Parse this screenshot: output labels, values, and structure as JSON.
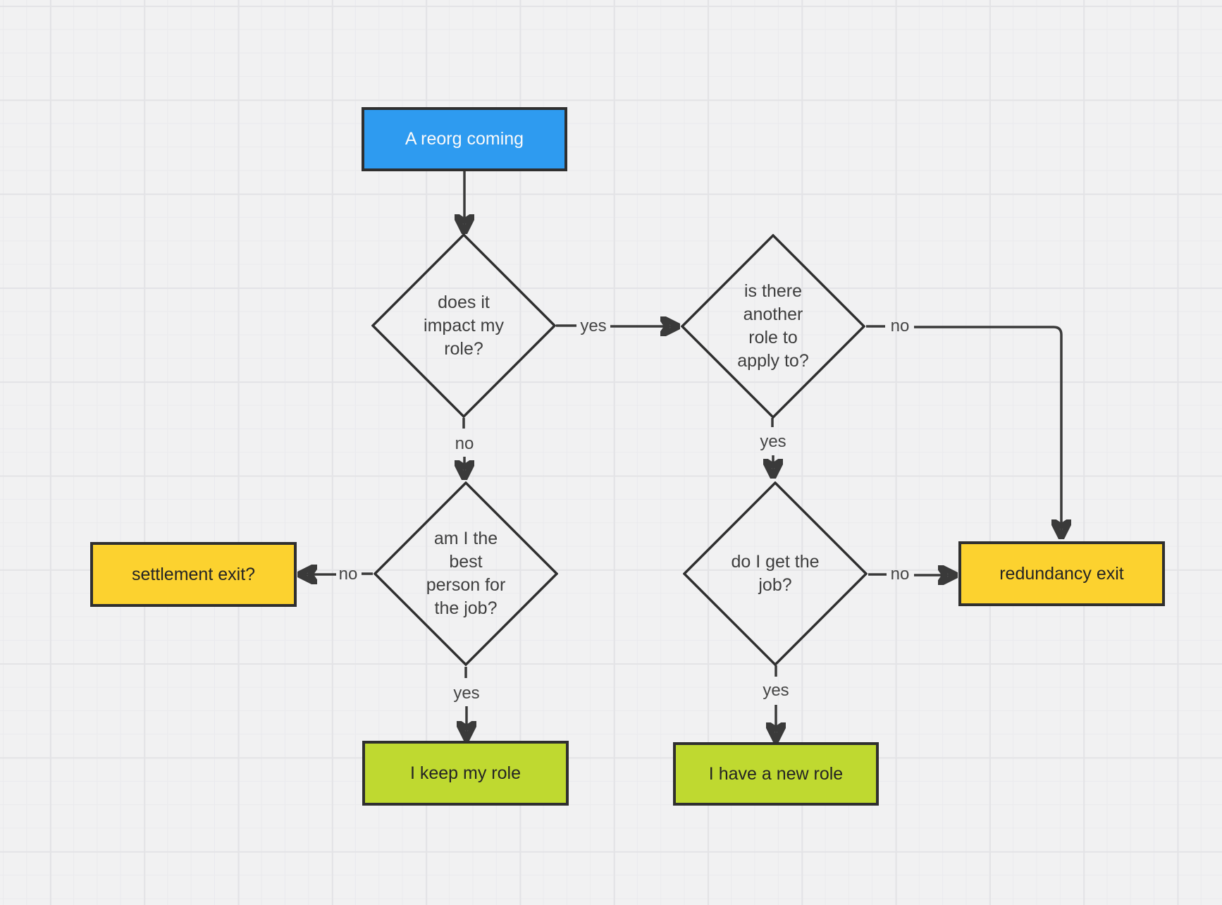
{
  "app": {
    "view": "flowchart-canvas"
  },
  "colors": {
    "canvas_bg": "#F1F1F2",
    "grid_line": "#E3E3E6",
    "process_blue": "#2E9BF0",
    "exit_yellow": "#FCD22F",
    "outcome_green": "#BFD930",
    "connector": "#3A3A3A"
  },
  "diagram": {
    "nodes": {
      "start": {
        "type": "process",
        "label": "A reorg coming",
        "fill": "#2E9BF0"
      },
      "impact": {
        "type": "decision",
        "label": "does it impact my role?",
        "lines": [
          "does it",
          "impact my",
          "role?"
        ]
      },
      "another": {
        "type": "decision",
        "label": "is there another role to apply to?",
        "lines": [
          "is there",
          "another",
          "role to",
          "apply to?"
        ]
      },
      "best": {
        "type": "decision",
        "label": "am I the best person for the job?",
        "lines": [
          "am I the",
          "best",
          "person for",
          "the job?"
        ]
      },
      "getjob": {
        "type": "decision",
        "label": "do I get the job?",
        "lines": [
          "do I get the",
          "job?"
        ]
      },
      "settlement": {
        "type": "outcome",
        "label": "settlement exit?",
        "fill": "#FCD22F"
      },
      "redundancy": {
        "type": "outcome",
        "label": "redundancy exit",
        "fill": "#FCD22F"
      },
      "keep": {
        "type": "outcome",
        "label": "I keep my role",
        "fill": "#BFD930"
      },
      "newrole": {
        "type": "outcome",
        "label": "I have a new role",
        "fill": "#BFD930"
      }
    },
    "edges": {
      "start_impact": {
        "from": "start",
        "to": "impact"
      },
      "impact_yes": {
        "from": "impact",
        "to": "another",
        "label": "yes"
      },
      "impact_no": {
        "from": "impact",
        "to": "best",
        "label": "no"
      },
      "another_yes": {
        "from": "another",
        "to": "getjob",
        "label": "yes"
      },
      "another_no": {
        "from": "another",
        "to": "redundancy",
        "label": "no"
      },
      "best_yes": {
        "from": "best",
        "to": "keep",
        "label": "yes"
      },
      "best_no": {
        "from": "best",
        "to": "settlement",
        "label": "no"
      },
      "getjob_yes": {
        "from": "getjob",
        "to": "newrole",
        "label": "yes"
      },
      "getjob_no": {
        "from": "getjob",
        "to": "redundancy",
        "label": "no"
      }
    }
  }
}
